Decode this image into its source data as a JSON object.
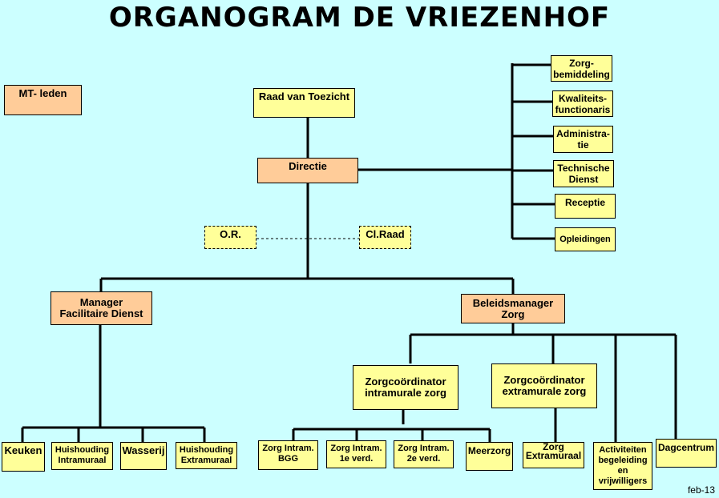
{
  "title": "ORGANOGRAM DE VRIEZENHOF",
  "footer": "feb-13",
  "colors": {
    "background": "#ccffff",
    "staff_box": "#ffff99",
    "mt_box": "#ffcc99"
  },
  "legend": {
    "mt_label": "MT- leden"
  },
  "nodes": {
    "raad_van_toezicht": "Raad van Toezicht",
    "directie": "Directie",
    "or": "O.R.",
    "clraad": "Cl.Raad",
    "zorgbemiddeling": "Zorg-\nbemiddeling",
    "kwaliteitsfunctionaris": "Kwaliteits-\nfunctionaris",
    "administratie": "Administra-\ntie",
    "technische_dienst": "Technische\nDienst",
    "receptie": "Receptie",
    "opleidingen": "Opleidingen",
    "manager_facilitaire": "Manager\nFacilitaire Dienst",
    "beleidsmanager_zorg": "Beleidsmanager\nZorg",
    "zc_intramuraal": "Zorgcoördinator\nintramurale zorg",
    "zc_extramuraal": "Zorgcoördinator\nextramurale zorg",
    "keuken": "Keuken",
    "huishouding_intra": "Huishouding\nIntramuraal",
    "wasserij": "Wasserij",
    "huishouding_extra": "Huishouding\nExtramuraal",
    "zorg_intram_bgg": "Zorg Intram.\nBGG",
    "zorg_intram_1e": "Zorg Intram.\n1e verd.",
    "zorg_intram_2e": "Zorg Intram.\n2e verd.",
    "meerzorg": "Meerzorg",
    "zorg_extramuraal": "Zorg\nExtramuraal",
    "activiteiten": "Activiteiten\nbegeleiding\nen\nvrijwilligers",
    "dagcentrum": "Dagcentrum"
  }
}
